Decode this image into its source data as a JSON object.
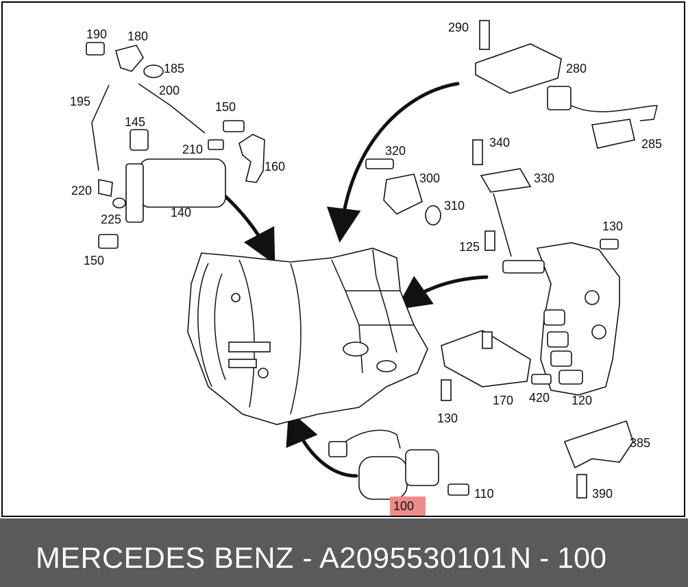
{
  "footer": {
    "brand_part": "MERCEDES BENZ - A2095530101",
    "ref": "N - 100"
  },
  "colors": {
    "footer_bg": "#5a5a5a",
    "highlight": "#f08a8a"
  },
  "highlighted_callout": "100",
  "callouts": {
    "c190": "190",
    "c180": "180",
    "c185": "185",
    "c195": "195",
    "c200": "200",
    "c145": "145",
    "c150a": "150",
    "c210": "210",
    "c160": "160",
    "c220": "220",
    "c225": "225",
    "c140": "140",
    "c150b": "150",
    "c290": "290",
    "c280": "280",
    "c285": "285",
    "c320": "320",
    "c300": "300",
    "c310": "310",
    "c340": "340",
    "c330": "330",
    "c130a": "130",
    "c125": "125",
    "c420": "420",
    "c120": "120",
    "c170": "170",
    "c130b": "130",
    "c385": "385",
    "c110": "110",
    "c390": "390",
    "c100": "100"
  }
}
